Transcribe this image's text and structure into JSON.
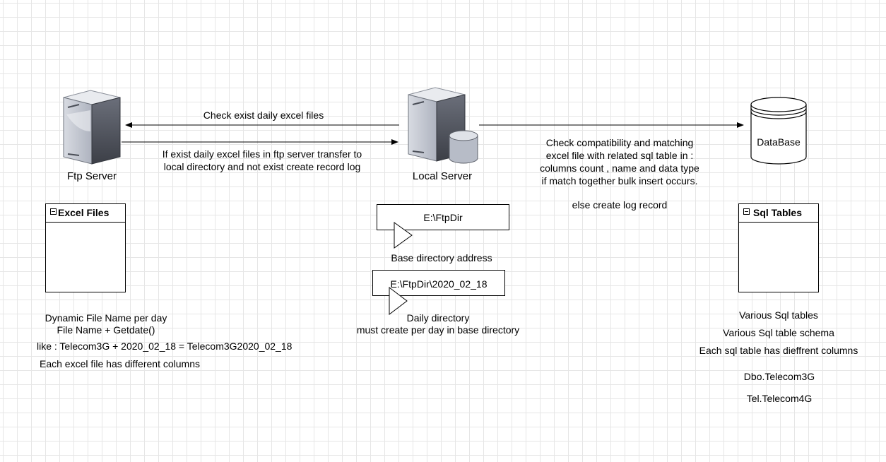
{
  "arrows": {
    "check_label": "Check exist daily excel files",
    "transfer_label": [
      "If exist daily excel files in ftp server transfer to",
      "local directory and not exist create record log"
    ]
  },
  "nodes": {
    "ftp_server": "Ftp Server",
    "local_server": "Local Server",
    "database": "DataBase"
  },
  "compatibility": {
    "lines": [
      "Check compatibility and matching",
      "excel file with related sql table in :",
      "columns count , name and data type",
      "if match together bulk insert occurs."
    ],
    "else": "else create log record"
  },
  "excel_files": {
    "title": "Excel Files",
    "notes": [
      "Dynamic File Name per day",
      "File Name + Getdate()"
    ],
    "example": "like : Telecom3G + 2020_02_18 = Telecom3G2020_02_18",
    "columns_note": "Each excel file has different columns"
  },
  "directories": {
    "base_path": "E:\\FtpDir",
    "base_label": "Base directory address",
    "daily_path": "E:\\FtpDir\\2020_02_18",
    "daily_label": [
      "Daily directory",
      "must create per day in base directory"
    ]
  },
  "sql_tables": {
    "title": "Sql Tables",
    "notes": [
      "Various Sql tables",
      "Various Sql table schema",
      "Each sql table has dieffrent columns"
    ],
    "examples": [
      "Dbo.Telecom3G",
      "Tel.Telecom4G"
    ]
  }
}
